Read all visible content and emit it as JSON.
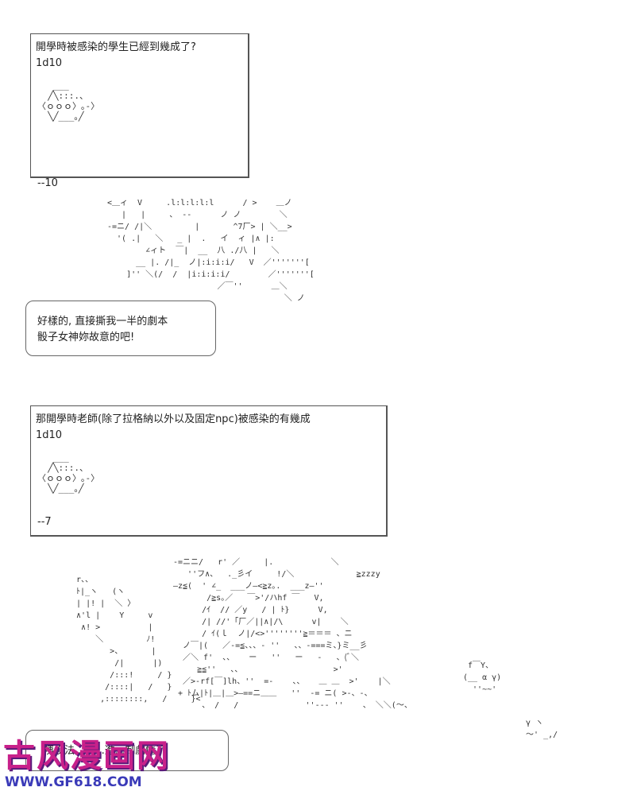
{
  "box1": {
    "question": "開學時被感染的學生已經到幾成了?",
    "dice_label": "1d10",
    "result": "--10"
  },
  "box2": {
    "question": "那開學時老師(除了拉格納以外以及固定npc)被感染的有幾成",
    "dice_label": "1d10",
    "result": "--7"
  },
  "dice_art": "   ___\n  ╱╲:::.、\n〈ｏｏｏ〉｡-〉\n  ╲╱___｡╱",
  "bubble1": {
    "line1": "好樣的, 直接撕我一半的劇本",
    "line2": "骰子女神妳故意的吧!"
  },
  "bubble2": {
    "text": "咦沒法...口...進...制劇情了"
  },
  "aa_top": "<＿ィ  V     .l:l:l:l:l      / >    ＿ノ\n   |   |     、 ‐‐      ノ ノ        ＼\n-=ニ/ /|＼         |       ^7厂> | ＼__>\n  '( .|   ＼   _ |  .   イ  ィ |∧ |:\n        ∠ィト  ￣|  __  八 ./八 |   ＼\n      __ |. /|_  ノ|:i:i:i/   V  ／'''''''[\n    ]'' ＼(/  /  |i:i:i:i/        ／'''''''[\n                       ／￣''      ＿＼\n                                     ＼ ノ",
  "aa_bottom_left": "  r、、\n  ﾄ|_ヽ   (ヽ\n  | |! |  ＼ 〉\n  ∧'l |    Y     v\n   ∧! >          |\n      ＼         ﾉ!\n         >、      |\n          /|      |)\n         /:::!     / }\n        /::::|   /   }\n       ,::::::::,   /     }<",
  "aa_bottom_right": "-=ニニ/   r' ／     |.            ＼\n   ''フ∧、  ._彡イ     !/＼             ≧zzzy\n―z≦(  ' ∠_  ___ノ―<≧z｡.  ___z―''\n       /≧s｡／   ￣>'/ハhf ￣   V,\n      /ｲ  // ／y   / | ﾄ}      V,\n      /| //'「厂／||∧|/\\      v|    ＼\n      / ｲ(ｌ  ノ|/<>''''''''≧＝＝＝ 、ニ\n  ノ￣|(   ／-=≦、、、- ''   、、-===ミ、}ミ__彡\n  ／＼ f'  、、   ー   ''   ー   -   、(ﾞ＼\n     ≧≦''   、、                   >'  \n  ／>-rf[￣]lh、''  =-    、、   ＿ ＿  >'    |＼\n + ﾄム|ﾄ|＿|＿>―==ニ＿＿   ''  -= ニ( >-、‐、\n      、 /   /              ''‐‐‐ ''    、 ＼＼(～、",
  "aa_small_face": " f￣Y、\n(__ α γ)\n  ''~~'",
  "aa_small_right": "  γ ヽ\n  ～' _,/",
  "watermark": {
    "title": "古风漫画网",
    "url": "WWW.GF618.COM"
  }
}
